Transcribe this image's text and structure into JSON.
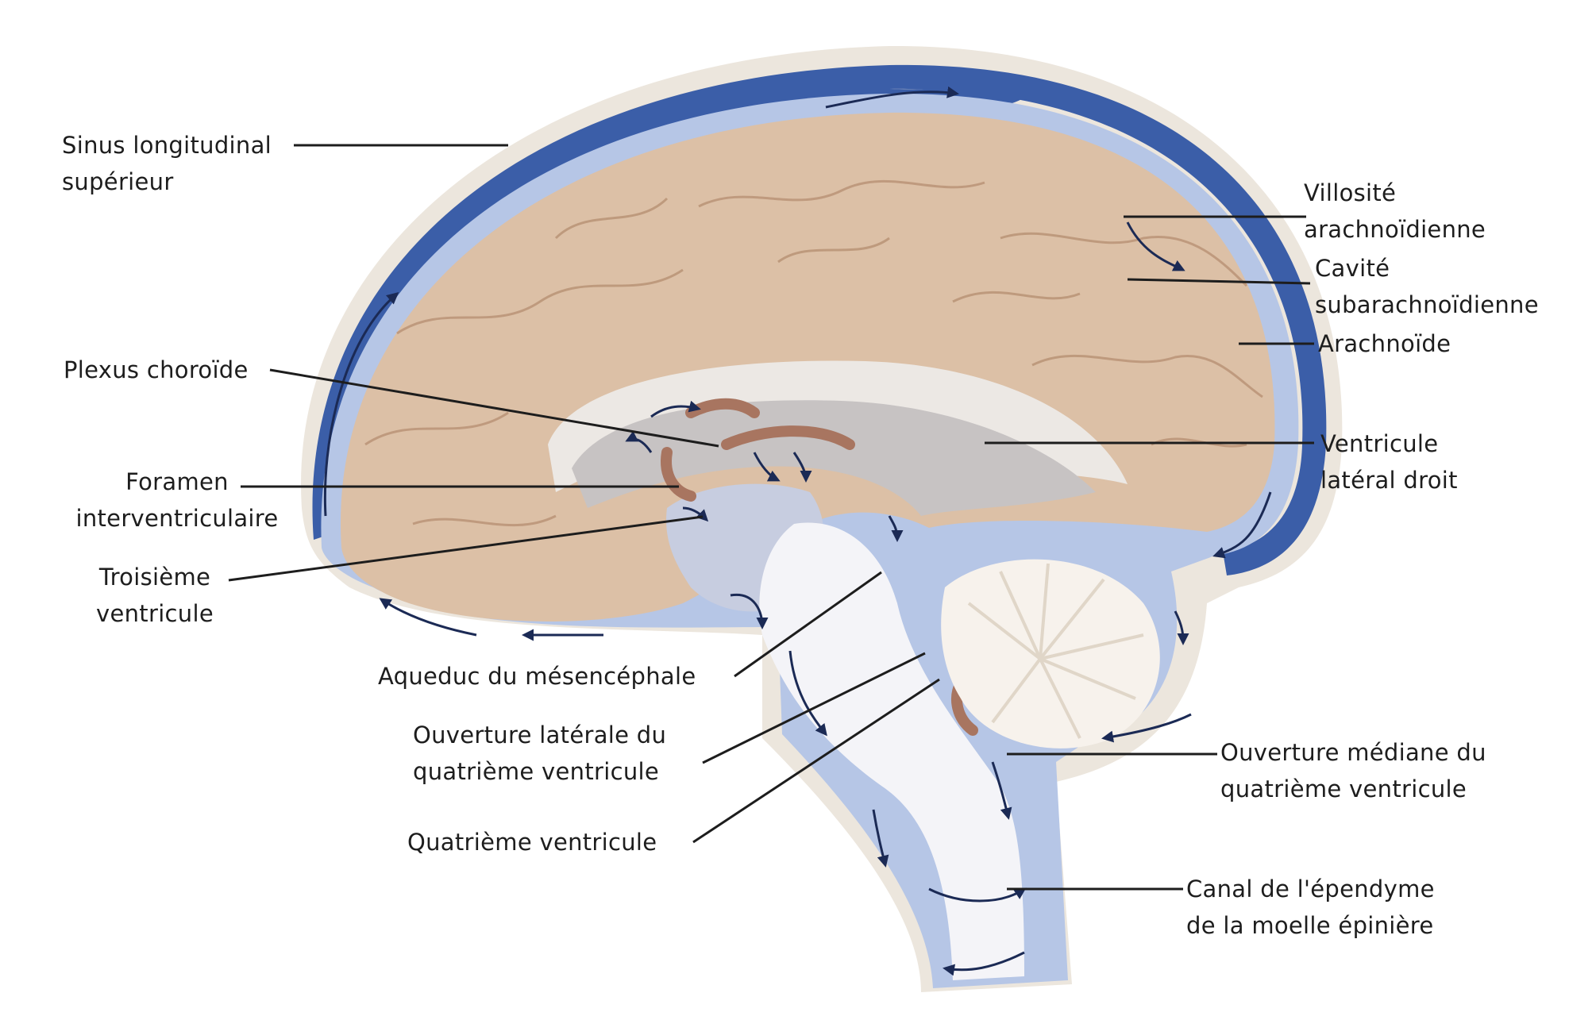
{
  "colors": {
    "background": "#ffffff",
    "skull_band": "#ece6dd",
    "csf_space": "#b6c6e6",
    "venous_sinus": "#3b5ea8",
    "brain_tissue": "#dcc0a6",
    "ventricle_gray": "#c7c3c3",
    "choroid_plexus": "#a87560",
    "brainstem": "#f4f4f8",
    "cerebellum": "#f7f2ec",
    "label_line": "#1d1d1d"
  },
  "labels": {
    "sinus": [
      "Sinus longitudinal",
      "supérieur"
    ],
    "villosite": [
      "Villosité",
      "arachnoïdienne"
    ],
    "cavite": [
      "Cavité",
      "subarachnoïdienne"
    ],
    "arachnoide": [
      "Arachnoïde"
    ],
    "plexus": [
      "Plexus choroïde"
    ],
    "ventricule_lateral": [
      "Ventricule",
      "latéral droit"
    ],
    "foramen": [
      "Foramen",
      "interventriculaire"
    ],
    "troisieme": [
      "Troisième",
      "ventricule"
    ],
    "aqueduc": [
      "Aqueduc du mésencéphale"
    ],
    "ouverture_laterale": [
      "Ouverture latérale du",
      "quatrième ventricule"
    ],
    "quatrieme": [
      "Quatrième ventricule"
    ],
    "ouverture_mediane": [
      "Ouverture médiane du",
      "quatrième ventricule"
    ],
    "canal": [
      "Canal de l'épendyme",
      "de la moelle épinière"
    ]
  }
}
